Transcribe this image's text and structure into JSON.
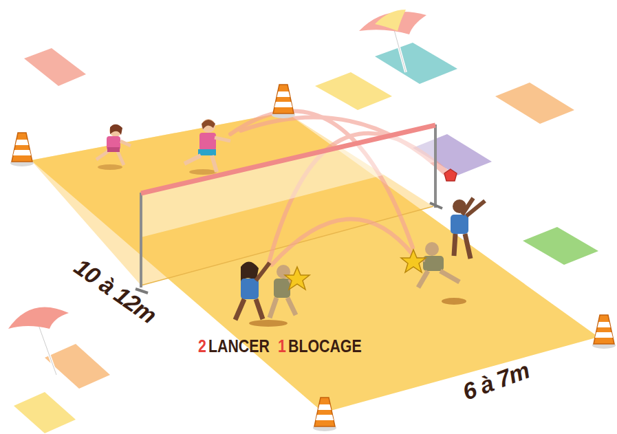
{
  "diagram": {
    "labels": [
      "10 à 12m",
      "2",
      "LANCER",
      "1",
      "BLOCAGE",
      "6 à 7m"
    ]
  }
}
